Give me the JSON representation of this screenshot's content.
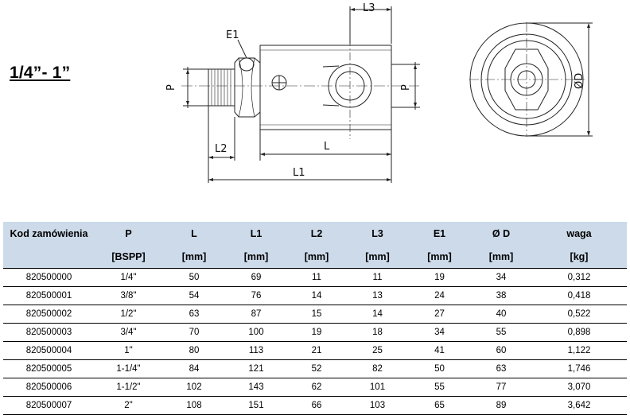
{
  "size_title": "1/4”- 1”",
  "drawing_labels": {
    "e1": "E1",
    "l3": "L3",
    "p_left": "P",
    "p_right": "P",
    "od": "ØD",
    "l2": "L2",
    "l": "L",
    "l1": "L1"
  },
  "table": {
    "headers": [
      "Kod zamówienia",
      "P",
      "L",
      "L1",
      "L2",
      "L3",
      "E1",
      "Ø D",
      "waga"
    ],
    "units": [
      "",
      "[BSPP]",
      "[mm]",
      "[mm]",
      "[mm]",
      "[mm]",
      "[mm]",
      "[mm]",
      "[kg]"
    ],
    "rows": [
      [
        "820500000",
        "1/4\"",
        "50",
        "69",
        "11",
        "11",
        "19",
        "34",
        "0,312"
      ],
      [
        "820500001",
        "3/8\"",
        "54",
        "76",
        "14",
        "13",
        "24",
        "38",
        "0,418"
      ],
      [
        "820500002",
        "1/2\"",
        "63",
        "87",
        "15",
        "14",
        "27",
        "40",
        "0,522"
      ],
      [
        "820500003",
        "3/4\"",
        "70",
        "100",
        "19",
        "18",
        "34",
        "55",
        "0,898"
      ],
      [
        "820500004",
        "1\"",
        "80",
        "113",
        "21",
        "25",
        "41",
        "60",
        "1,122"
      ],
      [
        "820500005",
        "1-1/4\"",
        "84",
        "121",
        "52",
        "82",
        "50",
        "63",
        "1,746"
      ],
      [
        "820500006",
        "1-1/2\"",
        "102",
        "143",
        "62",
        "101",
        "55",
        "77",
        "3,070"
      ],
      [
        "820500007",
        "2\"",
        "108",
        "151",
        "66",
        "103",
        "65",
        "89",
        "3,642"
      ]
    ]
  }
}
